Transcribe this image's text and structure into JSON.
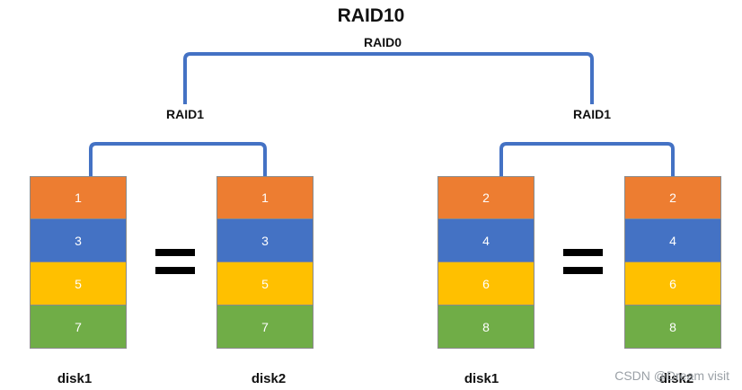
{
  "title": "RAID10",
  "raid0_label": "RAID0",
  "groups": [
    {
      "raid1_label": "RAID1",
      "disks": [
        {
          "label": "disk1",
          "blocks": [
            "1",
            "3",
            "5",
            "7"
          ]
        },
        {
          "label": "disk2",
          "blocks": [
            "1",
            "3",
            "5",
            "7"
          ]
        }
      ]
    },
    {
      "raid1_label": "RAID1",
      "disks": [
        {
          "label": "disk1",
          "blocks": [
            "2",
            "4",
            "6",
            "8"
          ]
        },
        {
          "label": "disk2",
          "blocks": [
            "2",
            "4",
            "6",
            "8"
          ]
        }
      ]
    }
  ],
  "colors": {
    "row1": "#ed7d31",
    "row2": "#4472c4",
    "row3": "#ffc000",
    "row4": "#70ad47",
    "connector": "#4472c4"
  },
  "watermark": "CSDN @Dream visit"
}
